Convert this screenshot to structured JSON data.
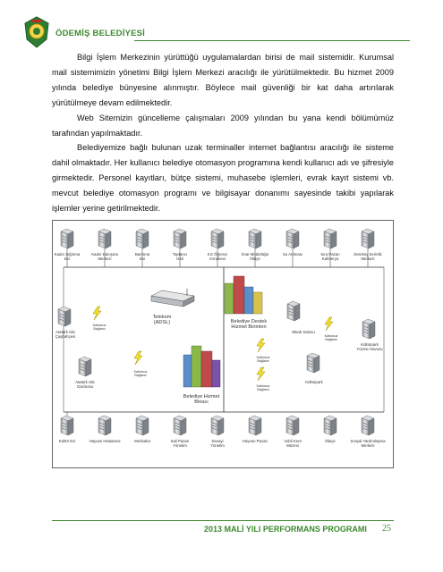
{
  "header": {
    "org_name": "ÖDEMİŞ BELEDİYESİ"
  },
  "body": {
    "paragraphs": [
      "Bilgi İşlem Merkezinin yürüttüğü uygulamalardan birisi de mail sistemidir. Kurumsal mail sistemimizin yönetimi Bilgi İşlem Merkezi aracılığı ile yürütülmektedir. Bu hizmet 2009 yılında belediye bünyesine alınmıştır. Böylece mail güvenliği bir kat daha artırılarak yürütülmeye devam edilmektedir.",
      "Web Sitemizin güncelleme çalışmaları 2009 yılından bu yana kendi bölümümüz tarafından yapılmaktadır.",
      "Belediyemize bağlı bulunan uzak terminaller internet bağlantısı aracılığı ile sisteme dahil olmaktadır. Her kullanıcı belediye otomasyon programına kendi kullanıcı adı ve şifresiyle girmektedir. Personel kayıtları, bütçe sistemi, muhasebe işlemleri, evrak kayıt sistemi vb. mevcut belediye otomasyon programı ve bilgisayar donanımı sayesinde takibi yapılarak işlemler yerine getirilmektedir."
    ]
  },
  "diagram": {
    "top_nodes": [
      "Kadın Sığınma Evi",
      "Kadın Danışma Merkezi",
      "Barınma Evi",
      "Toptancı Hali",
      "Kız Öğrenci Konukevi",
      "İmar Müdürlüğü İtfaiye",
      "Su Arıtması",
      "Sıra Pazarı Kafeterya",
      "Dereköy Serinlik Merkezi"
    ],
    "bottom_nodes": [
      "Kültür Evi",
      "Hayvan Hastanesi",
      "Mezbaha",
      "Sali Pazarı Yönetim",
      "Sanayi Yönetim",
      "Hayvan Pazarı",
      "Vobil Kent Müzesi",
      "İtfaiye",
      "Sosyal Yardımlaşma Merkezi"
    ],
    "left_nodes": [
      "Atatürk Aile Çay Bahçesi",
      "Atatürk Aile Gazinosu"
    ],
    "right_nodes": [
      "Nikah Salonu",
      "Kültürpark Yüzme Havuzu",
      "Kültürpark"
    ],
    "telecom_label": "Telekom (ADSL)",
    "remote_units_label": "Belediye Destek Hizmet Birimleri",
    "main_building_label": "Belediye Hizmet Binası",
    "wireless_label": "Kablosuz Bağlantı"
  },
  "footer": {
    "title": "2013 MALİ YILI PERFORMANS PROGRAMI",
    "page": "25"
  },
  "colors": {
    "accent_green": "#3c8a2e"
  }
}
